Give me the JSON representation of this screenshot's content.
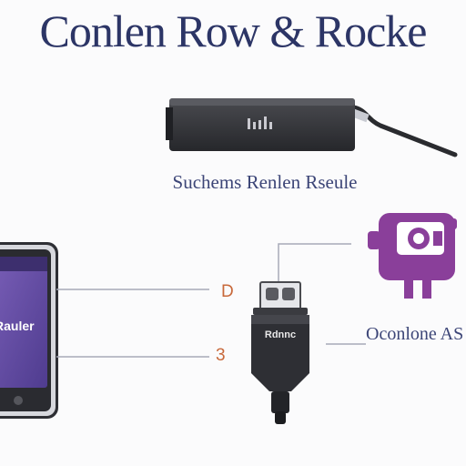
{
  "title": "Conlen Row & Rocke",
  "labels": {
    "stick": "Suchems Renlen Rseule",
    "connector": "Oconlone AS",
    "small_a": "D",
    "small_b": "3"
  },
  "phone": {
    "screen_text": "Rauler"
  },
  "plug": {
    "text": "Rdnnc"
  },
  "colors": {
    "title": "#2c3566",
    "accent_purple": "#8a3f9a",
    "device_dark": "#2e2f33",
    "line": "#a7aab8"
  },
  "icons": [
    "streaming-stick-icon",
    "smartphone-icon",
    "hdmi-plug-icon",
    "camera-projector-icon"
  ]
}
